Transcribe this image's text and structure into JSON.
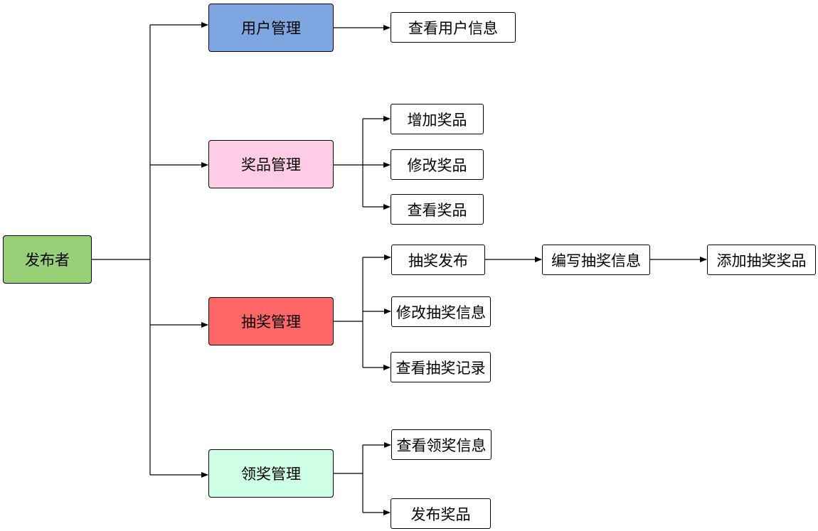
{
  "colors": {
    "root": "#97d077",
    "user_mgmt": "#7ea6e0",
    "prize_mgmt": "#ffcce6",
    "lottery_mgmt": "#ff6666",
    "claim_mgmt": "#ccffe6",
    "line": "#000000"
  },
  "root": {
    "label": "发布者"
  },
  "branches": {
    "user": {
      "label": "用户管理",
      "children": {
        "view_user_info": "查看用户信息"
      }
    },
    "prize": {
      "label": "奖品管理",
      "children": {
        "add_prize": "增加奖品",
        "edit_prize": "修改奖品",
        "view_prize": "查看奖品"
      }
    },
    "lottery": {
      "label": "抽奖管理",
      "children": {
        "publish": "抽奖发布",
        "write_info": "编写抽奖信息",
        "add_lottery_prize": "添加抽奖奖品",
        "edit_info": "修改抽奖信息",
        "view_records": "查看抽奖记录"
      }
    },
    "claim": {
      "label": "领奖管理",
      "children": {
        "view_claim_info": "查看领奖信息",
        "publish_prize": "发布奖品"
      }
    }
  }
}
